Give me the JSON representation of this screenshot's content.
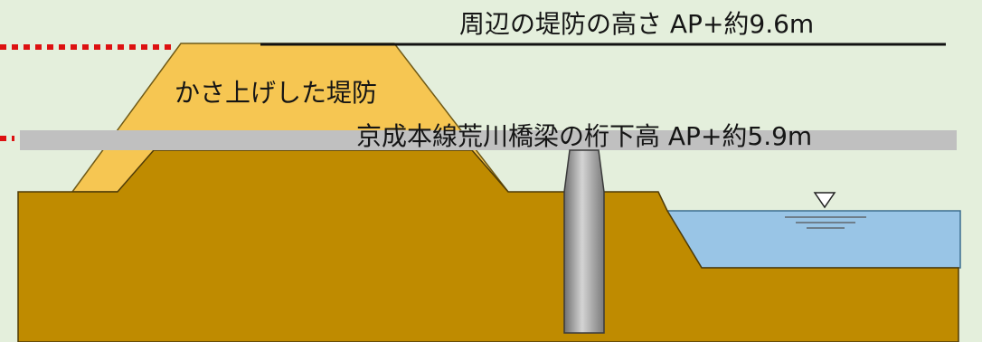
{
  "labels": {
    "levee_height": "周辺の堤防の高さ AP+約9.6m",
    "raised_levee": "かさ上げした堤防",
    "bridge_clearance": "京成本線荒川橋梁の桁下高 AP+約5.9m"
  },
  "colors": {
    "background": "#e4efdc",
    "ground": "#bf8b00",
    "levee_raise": "#f6c652",
    "water": "#99c5e6",
    "bridge_girder": "#c0c0c0",
    "pier": "#9a9a9a",
    "reference_line_red": "#dd1111",
    "reference_line_black": "#111111"
  },
  "icons": {
    "water_level_marker": "downward-triangle-icon"
  }
}
